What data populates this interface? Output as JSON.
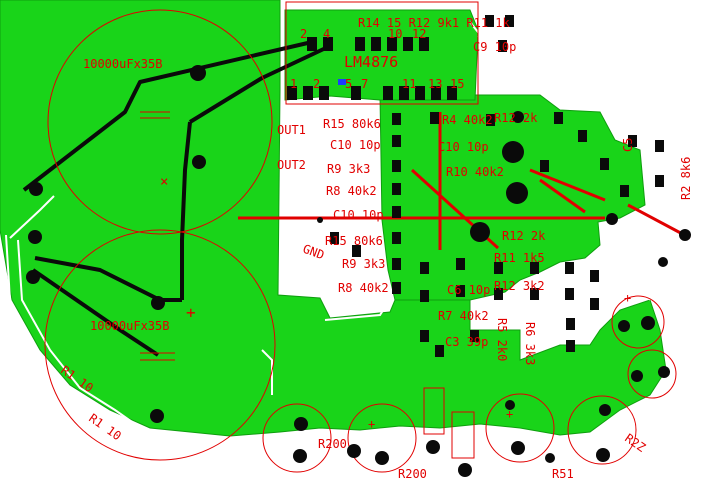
{
  "colors": {
    "copper": "#19d419",
    "copper_edge": "#0e9e0e",
    "track": "#0a0a0a",
    "silk": "#e10000",
    "board_bg": "#ffffff",
    "pad_hole": "#0a0a0a",
    "accent_blue": "#1a3cff"
  },
  "caps": {
    "c1": "10000uFx35B",
    "c2": "10000uFx35B"
  },
  "ic": {
    "name": "LM4876",
    "pins_top": [
      "2",
      "4",
      "10",
      "12"
    ],
    "pins_bottom": [
      "1",
      "2",
      "5",
      "7",
      "11",
      "13",
      "15"
    ]
  },
  "labels": {
    "out1": "OUT1",
    "out2": "OUT2",
    "gnd": "GND",
    "top_row": "R14 15 R12 9k1 R11 1k",
    "c9": "C9 10p",
    "r15a": "R15 80k6",
    "c10a": "C10 10p",
    "r9a": "R9 3k3",
    "r8a": "R8 40k2",
    "c10b": "C10 10p",
    "r15b": "R15 80k6",
    "r9b": "R9 3k3",
    "r8b": "R8 40k2",
    "r4": "R4 40k2",
    "r12": "R12 2k",
    "r10": "R10 40k2",
    "r11": "R11 1k5",
    "r12b": "R12 3k2",
    "r7": "R7 40k2",
    "c6": "C6 10p",
    "r5": "R5 2k0",
    "r6": "R6 3k3",
    "c3": "C3 39p",
    "r2": "R2 8k6",
    "r1_10": "R1 10",
    "r1_10b": "R1 10",
    "r200a": "R200",
    "r200b": "R200",
    "r51": "R51",
    "r2z": "R2Z",
    "c5": "C5"
  }
}
